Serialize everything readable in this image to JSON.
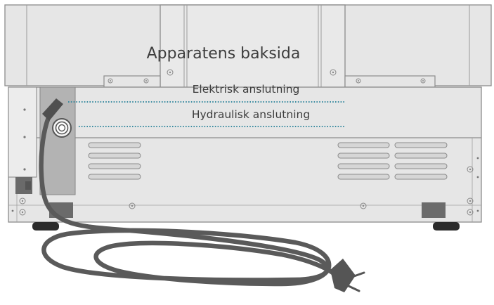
{
  "diagram": {
    "title": "Apparatens baksida",
    "labels": {
      "electric": "Elektrisk anslutning",
      "hydraulic": "Hydraulisk anslutning"
    },
    "colors": {
      "body_fill": "#e6e6e6",
      "outline": "#8c8c8c",
      "panel_dark": "#b3b3b3",
      "cable": "#5a5a5a",
      "dotted_line": "#3a8ba0",
      "vent": "#d6d6d6",
      "foot": "#2b2b2b"
    }
  }
}
